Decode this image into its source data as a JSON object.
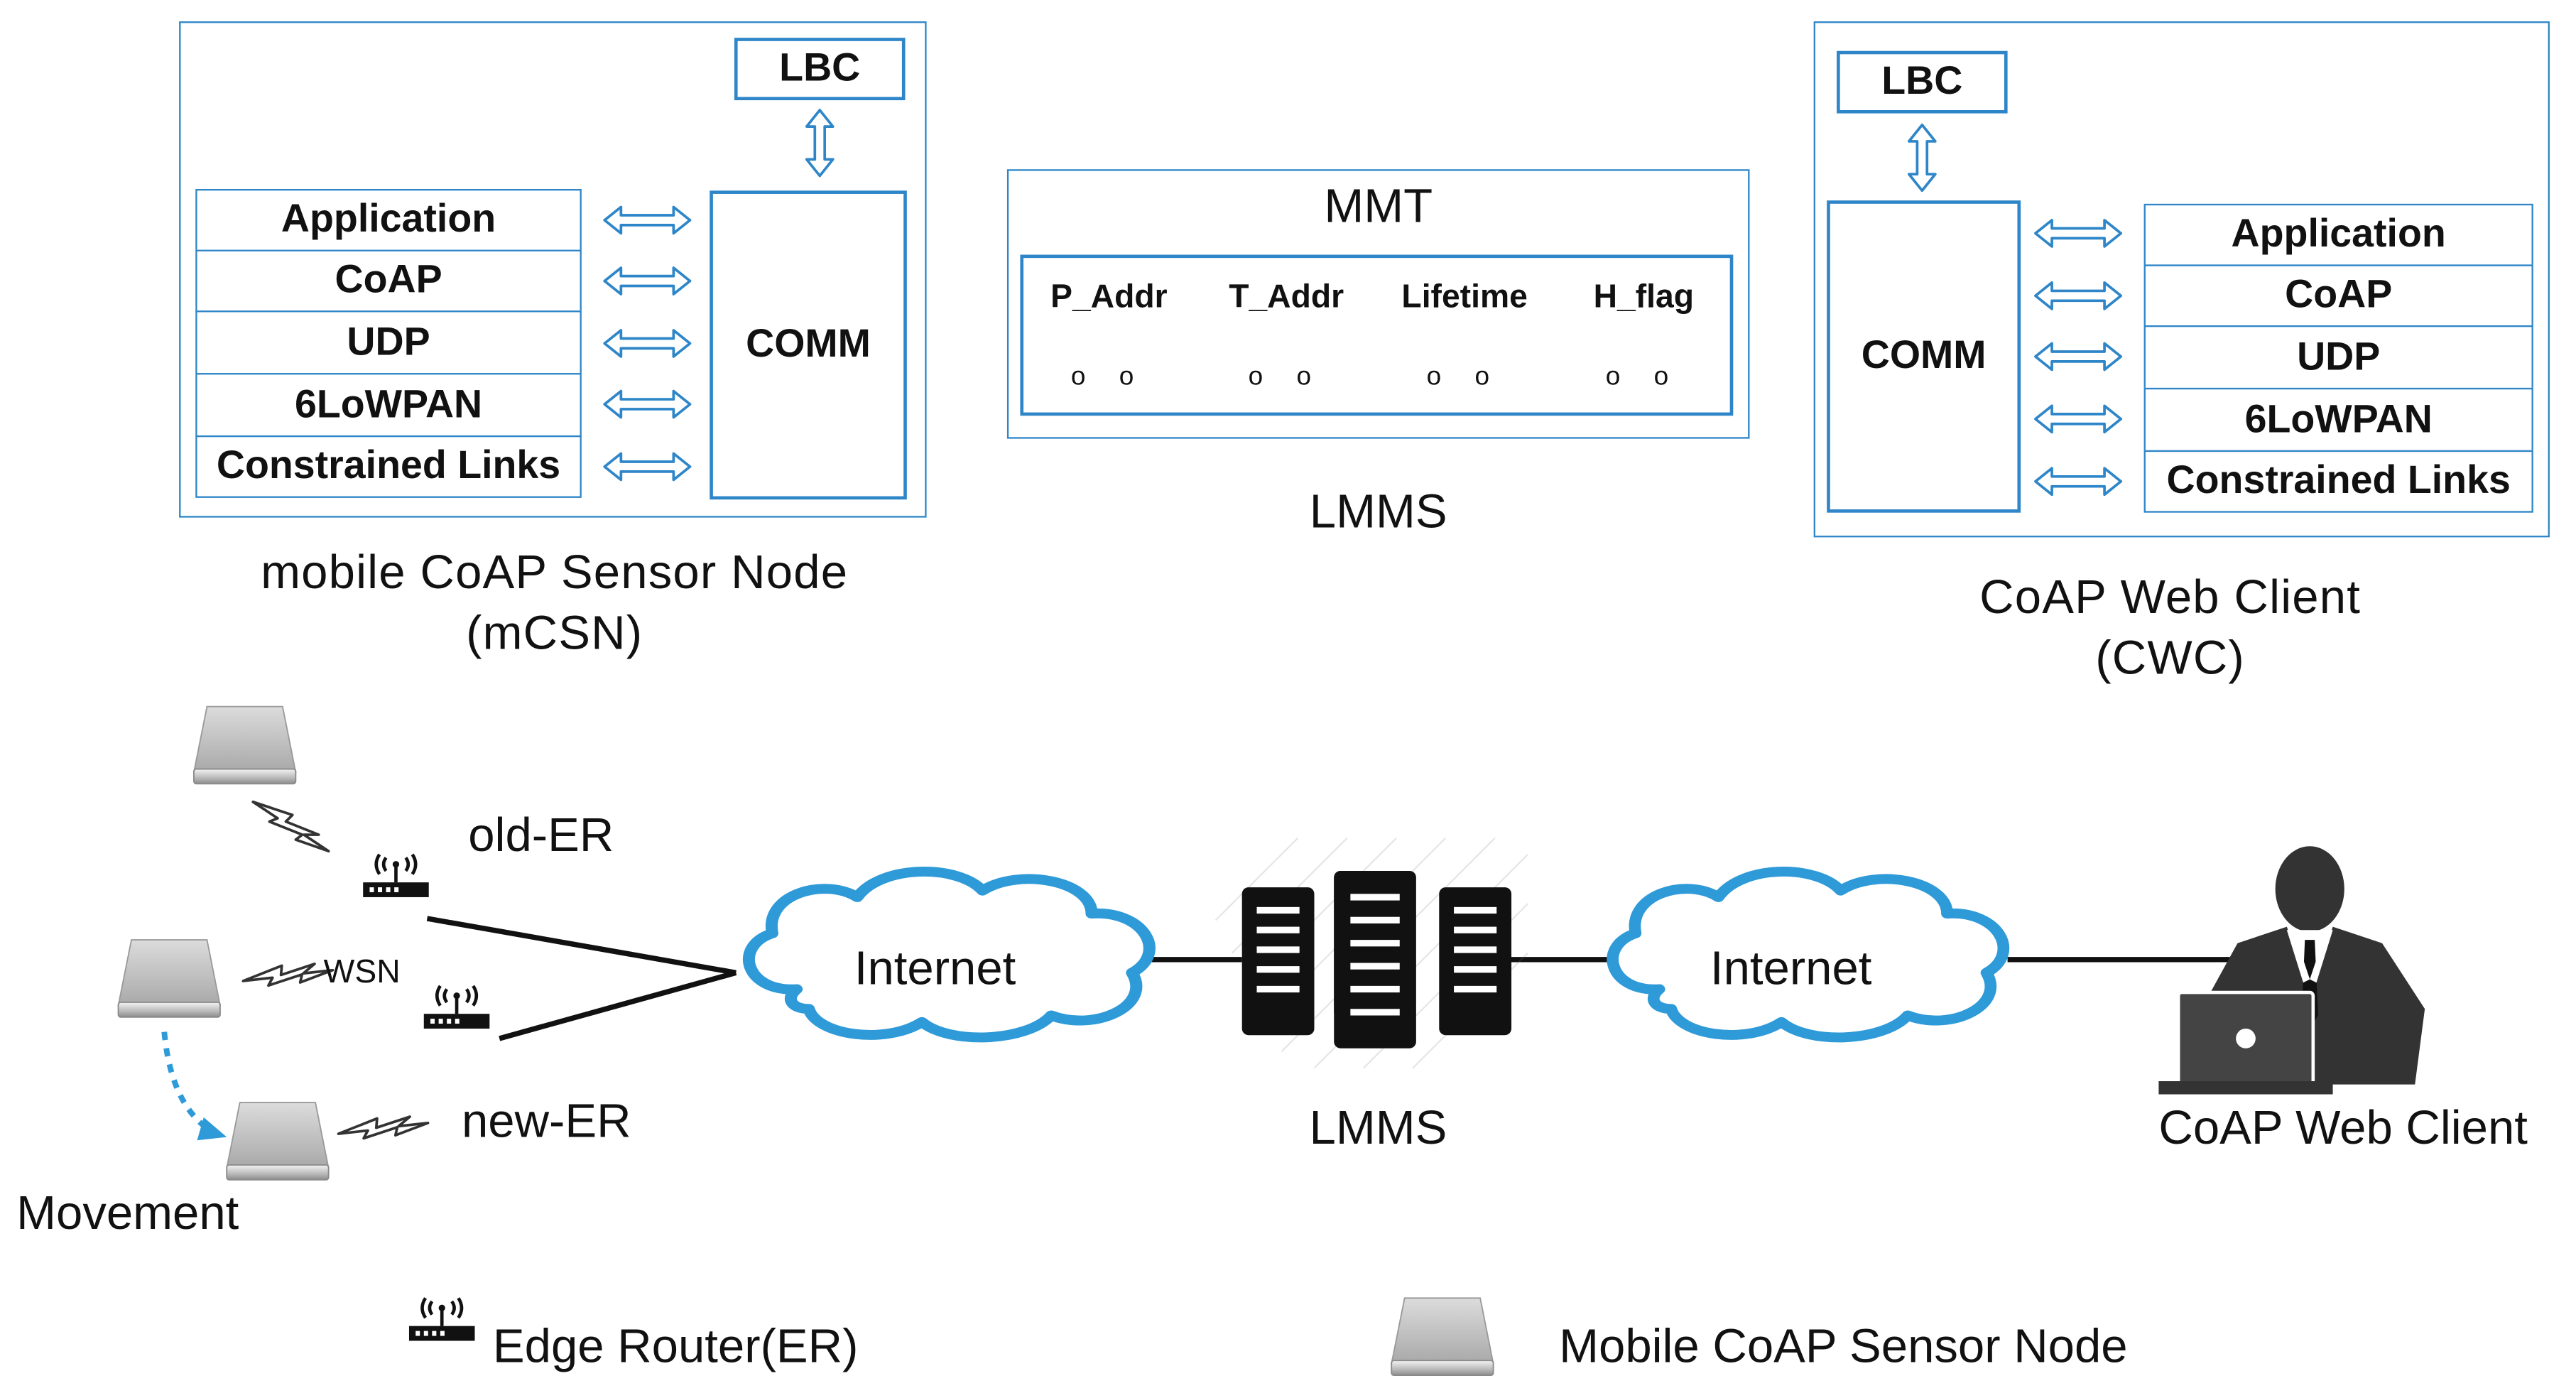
{
  "mcsn": {
    "lbc": "LBC",
    "comm": "COMM",
    "layers": [
      "Application",
      "CoAP",
      "UDP",
      "6LoWPAN",
      "Constrained Links"
    ],
    "caption_line1": "mobile CoAP Sensor Node",
    "caption_line2": "(mCSN)"
  },
  "lmms_panel": {
    "title": "MMT",
    "columns": [
      "P_Addr",
      "T_Addr",
      "Lifetime",
      "H_flag"
    ],
    "cells": [
      "o o",
      "o o",
      "o o",
      "o o"
    ],
    "caption": "LMMS"
  },
  "cwc": {
    "lbc": "LBC",
    "comm": "COMM",
    "layers": [
      "Application",
      "CoAP",
      "UDP",
      "6LoWPAN",
      "Constrained Links"
    ],
    "caption_line1": "CoAP Web Client",
    "caption_line2": "(CWC)"
  },
  "network": {
    "old_er": "old-ER",
    "new_er": "new-ER",
    "wsn": "WSN",
    "movement": "Movement",
    "internet_left": "Internet",
    "internet_right": "Internet",
    "lmms": "LMMS",
    "client": "CoAP Web Client"
  },
  "legend": {
    "edge_router": "Edge Router(ER)",
    "sensor_node": "Mobile CoAP Sensor Node"
  },
  "colors": {
    "accent": "#2e86c8",
    "cloud_fill": "#ffffff",
    "server": "#111111",
    "movement_arrow": "#2e9ad8"
  },
  "icons": [
    "router-icon",
    "sensor-node-icon",
    "server-icon",
    "cloud-icon",
    "user-laptop-icon",
    "lightning-icon"
  ]
}
